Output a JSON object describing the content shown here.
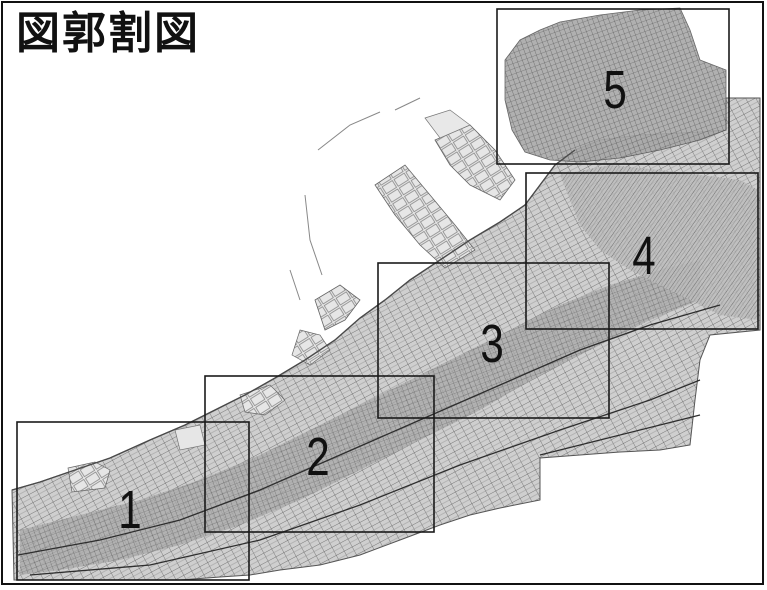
{
  "map": {
    "title": "図郭割図",
    "sheets": [
      {
        "number": "1",
        "label": "1"
      },
      {
        "number": "2",
        "label": "2"
      },
      {
        "number": "3",
        "label": "3"
      },
      {
        "number": "4",
        "label": "4"
      },
      {
        "number": "5",
        "label": "5"
      }
    ],
    "colors": {
      "background": "#ffffff",
      "frame": "#111111",
      "sheet_outline": "#1a1a1a",
      "urban_fill": "#d4d4d4",
      "urban_dense": "#9a9a9a",
      "streets": "#3a3a3a",
      "coast": "#555555"
    }
  }
}
